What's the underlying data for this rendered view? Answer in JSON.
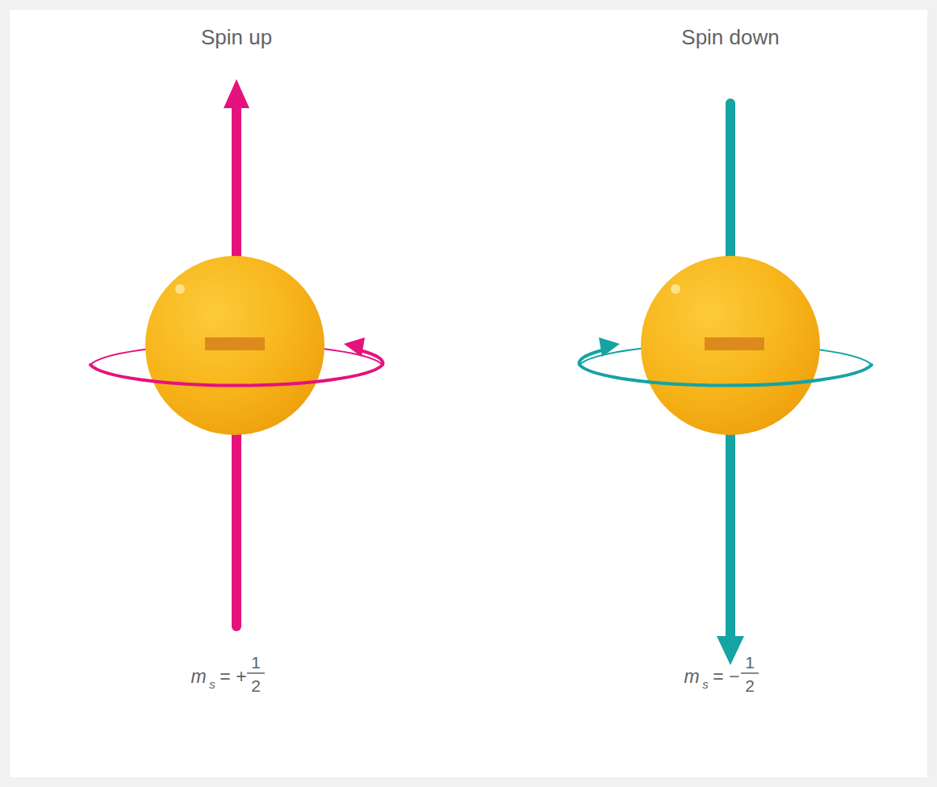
{
  "diagram": {
    "labels": [
      "Spin up",
      "Spin down",
      "m",
      "s",
      "= +",
      "1",
      "2",
      "m",
      "s",
      "= −",
      "1",
      "2"
    ]
  }
}
